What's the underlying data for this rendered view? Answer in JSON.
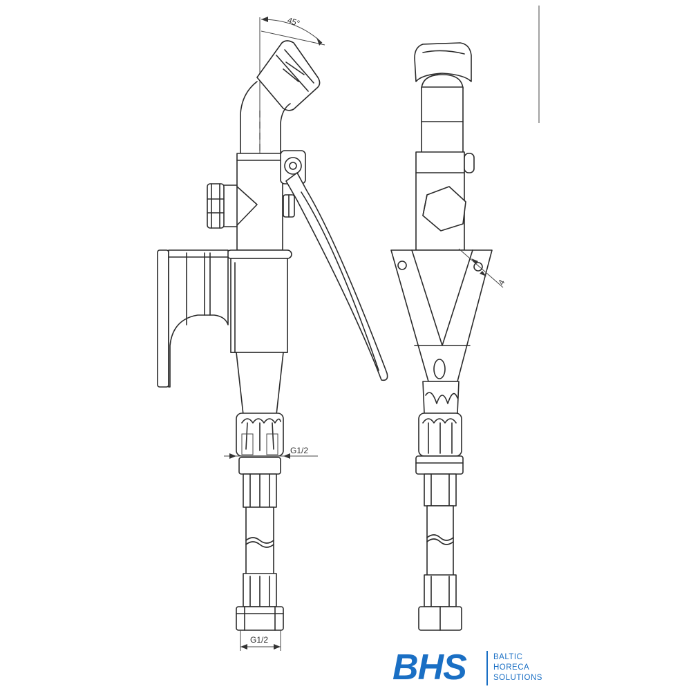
{
  "dimensions": {
    "angle_label": "45°",
    "thread_top_label": "G1/2",
    "thread_bottom_label": "G1/2",
    "hole_label": "4"
  },
  "logo": {
    "brand": "BHS",
    "line1": "BALTIC",
    "line2": "HORECA",
    "line3": "SOLUTIONS",
    "color": "#1a6fc4"
  }
}
